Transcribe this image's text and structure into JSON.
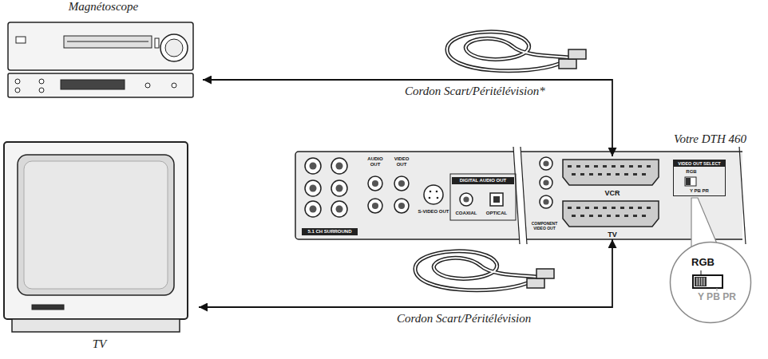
{
  "diagram": {
    "nodes": [
      {
        "text": [
          "Magnétoscope"
        ]
      },
      {
        "text": [
          "TV"
        ]
      },
      {
        "text": [
          "Votre DTH 460"
        ]
      },
      {
        "text": [
          "VCR"
        ],
        "in": 2
      },
      {
        "text": [
          "TV"
        ],
        "in": 2
      },
      {
        "text": [
          "VIDEO OUT SELECT",
          "RGB",
          "Y PB PR"
        ],
        "in": 2
      },
      {
        "text": [
          "RGB",
          "Y PB PR"
        ]
      }
    ],
    "edges": [
      {
        "from": 3,
        "to": 0,
        "arrow": "both",
        "label": "Cordon Scart/Péritélévision*"
      },
      {
        "from": 4,
        "to": 1,
        "arrow": "both",
        "label": "Cordon Scart/Péritélévision"
      }
    ],
    "labels": [
      "5.1 CH SURROUND",
      "AUDIO OUT",
      "VIDEO OUT",
      "S-VIDEO OUT",
      "DIGITAL AUDIO OUT",
      "COAXIAL",
      "OPTICAL",
      "COMPONENT VIDEO OUT"
    ]
  }
}
